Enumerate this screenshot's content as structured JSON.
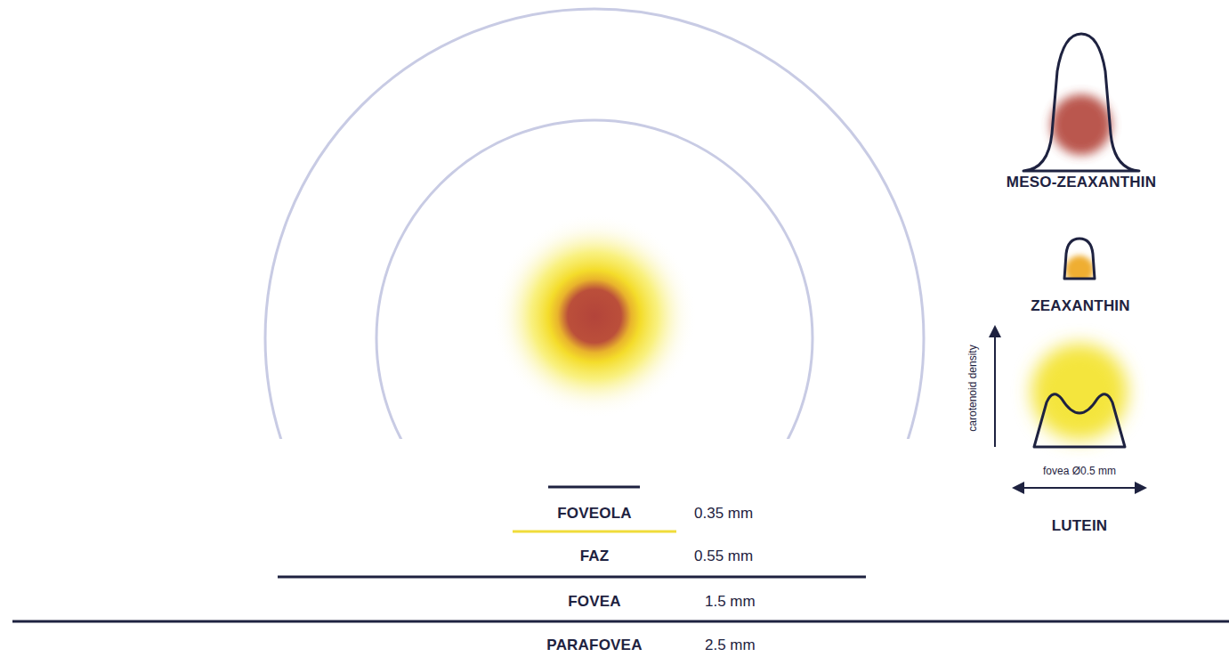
{
  "diagram": {
    "labels": [
      "FOVEOLA",
      "0.35 mm",
      "FAZ",
      "0.55 mm",
      "FOVEA",
      "1.5 mm",
      "PARAFOVEA",
      "2.5 mm",
      "MESO-ZEAXANTHIN",
      "ZEAXANTHIN",
      "carotenoid density",
      "fovea Ø0.5 mm",
      "LUTEIN"
    ]
  }
}
